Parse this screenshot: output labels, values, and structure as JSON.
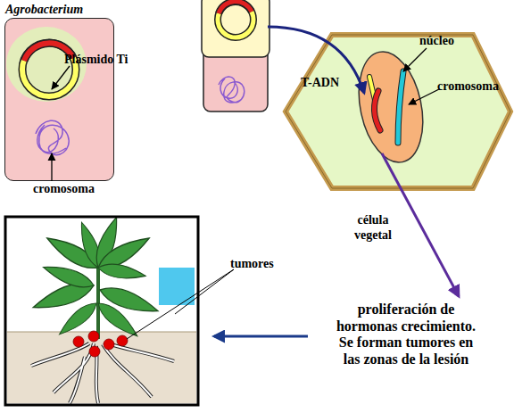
{
  "diagram": {
    "nodes": [
      {
        "text": [
          "Agrobacterium",
          "Plásmido Ti"
        ]
      },
      {
        "text": [
          "célula vegetal"
        ]
      },
      {
        "text": [
          "núcleo"
        ],
        "in": 1
      }
    ],
    "labels": [
      "cromosoma",
      "T-ADN",
      "cromosoma",
      "tumores",
      "proliferación de hormonas crecimiento. Se forman tumores en las zonas de la lesión"
    ]
  }
}
